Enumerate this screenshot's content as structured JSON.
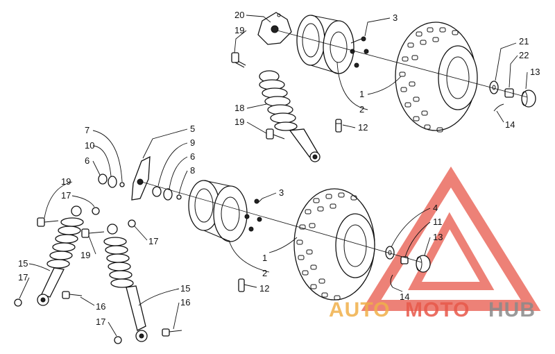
{
  "callouts": [
    {
      "id": "c20",
      "text": "20"
    },
    {
      "id": "c19a",
      "text": "19"
    },
    {
      "id": "c3a",
      "text": "3"
    },
    {
      "id": "c21",
      "text": "21"
    },
    {
      "id": "c22",
      "text": "22"
    },
    {
      "id": "c13a",
      "text": "13"
    },
    {
      "id": "c1a",
      "text": "1"
    },
    {
      "id": "c2a",
      "text": "2"
    },
    {
      "id": "c18",
      "text": "18"
    },
    {
      "id": "c19b",
      "text": "19"
    },
    {
      "id": "c12a",
      "text": "12"
    },
    {
      "id": "c14a",
      "text": "14"
    },
    {
      "id": "c7",
      "text": "7"
    },
    {
      "id": "c10",
      "text": "10"
    },
    {
      "id": "c6a",
      "text": "6"
    },
    {
      "id": "c5",
      "text": "5"
    },
    {
      "id": "c9",
      "text": "9"
    },
    {
      "id": "c6b",
      "text": "6"
    },
    {
      "id": "c8",
      "text": "8"
    },
    {
      "id": "c3b",
      "text": "3"
    },
    {
      "id": "c19c",
      "text": "19"
    },
    {
      "id": "c17a",
      "text": "17"
    },
    {
      "id": "c4",
      "text": "4"
    },
    {
      "id": "c11",
      "text": "11"
    },
    {
      "id": "c13b",
      "text": "13"
    },
    {
      "id": "c1b",
      "text": "1"
    },
    {
      "id": "c17b",
      "text": "17"
    },
    {
      "id": "c19d",
      "text": "19"
    },
    {
      "id": "c15a",
      "text": "15"
    },
    {
      "id": "c17c",
      "text": "17"
    },
    {
      "id": "c2b",
      "text": "2"
    },
    {
      "id": "c12b",
      "text": "12"
    },
    {
      "id": "c14b",
      "text": "14"
    },
    {
      "id": "c16a",
      "text": "16"
    },
    {
      "id": "c15b",
      "text": "15"
    },
    {
      "id": "c16b",
      "text": "16"
    },
    {
      "id": "c17d",
      "text": "17"
    }
  ],
  "watermark": {
    "part1": "AUTO",
    "part2": "MOTO",
    "part3": "HUB",
    "color_red": "#e8584a",
    "color_orange": "#f0b04a",
    "color_gray": "#8a8a8a"
  }
}
